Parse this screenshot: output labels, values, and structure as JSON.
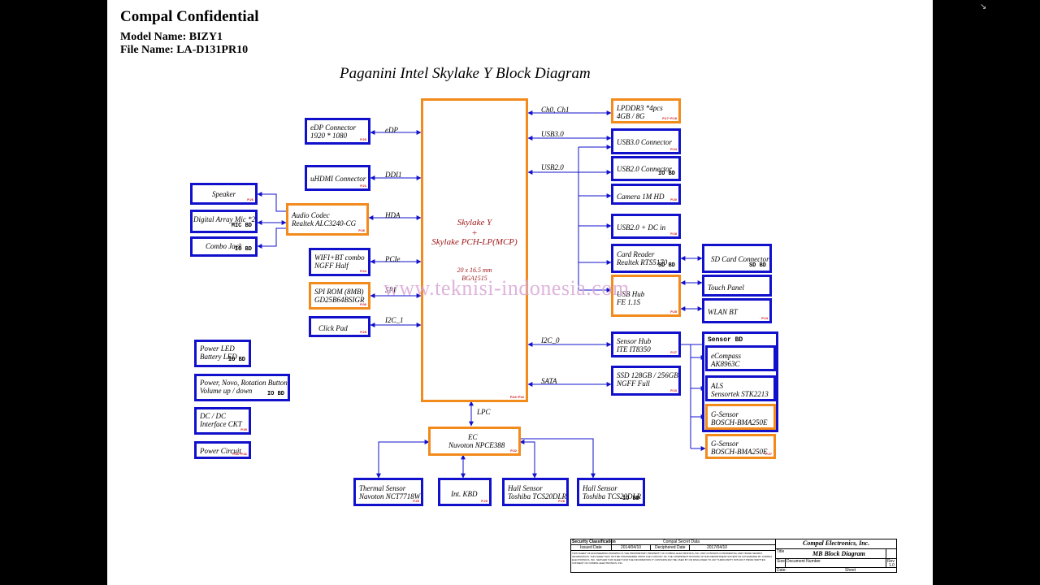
{
  "header": {
    "confidential": "Compal Confidential",
    "model": "Model Name: BIZY1",
    "file": "File Name: LA-D131PR10"
  },
  "diagram_title": "Paganini Intel Skylake Y Block Diagram",
  "cpu": {
    "line1": "Skylake Y",
    "line2": "+",
    "line3": "Skylake PCH-LP(MCP)",
    "size": "20 x 16.5 mm",
    "pkg": "BGA1515",
    "page": "P.04~P16"
  },
  "signals": {
    "edp": "eDP",
    "ddi1": "DDI1",
    "hda": "HDA",
    "pcie": "PCIe",
    "spi": "SPI",
    "i2c1": "I2C_1",
    "ch01": "Ch0, Ch1",
    "usb30": "USB3.0",
    "usb20": "USB2.0",
    "i2c0": "I2C_0",
    "sata": "SATA",
    "lpc": "LPC"
  },
  "blocks": {
    "edp": {
      "l1": "eDP Connector",
      "l2": "1920 * 1080",
      "page": "P.20"
    },
    "hdmi": {
      "l1": "uHDMI Connector",
      "page": "P.21"
    },
    "codec": {
      "l1": "Audio Codec",
      "l2": "Realtek ALC3240-CG",
      "page": "P.26"
    },
    "speaker": {
      "l1": "Speaker",
      "page": "P.26"
    },
    "mic": {
      "l1": "Digital Array Mic *2",
      "io": "MIC BD"
    },
    "combo": {
      "l1": "Combo Jack",
      "io": "IO BD"
    },
    "wifi": {
      "l1": "WIFI+BT combo",
      "l2": "NGFF Half",
      "page": "P.24"
    },
    "spirom": {
      "l1": "SPI ROM (8MB)",
      "l2": "GD25B64BSIGR",
      "page": "P.06"
    },
    "clickpad": {
      "l1": "Click Pad",
      "page": "P.25"
    },
    "powerled": {
      "l1": "Power LED",
      "l2": "Battery LED",
      "io": "IO BD"
    },
    "powerbtn": {
      "l1": "Power, Novo, Rotation Button",
      "l2": "Volume up / down",
      "io": "IO BD"
    },
    "dcdc": {
      "l1": "DC / DC",
      "l2": "Interface CKT",
      "page": "P.30"
    },
    "powerckt": {
      "l1": "Power Circuit",
      "page": "P.31~P.41"
    },
    "lpddr": {
      "l1": "LPDDR3  *4pcs",
      "l2": "4GB / 8G",
      "page": "P.17~P.18"
    },
    "usb3conn": {
      "l1": "USB3.0 Connector",
      "page": "P.24"
    },
    "usb2conn": {
      "l1": "USB2.0 Connector",
      "io": "IO BD"
    },
    "camera": {
      "l1": "Camera 1M HD",
      "page": "P.20"
    },
    "usb2dc": {
      "l1": "USB2.0 + DC in",
      "page": "P.28"
    },
    "cardreader": {
      "l1": "Card Reader",
      "l2": "Realtek RTS5170",
      "io": "SD BD"
    },
    "usbhub": {
      "l1": "USB Hub",
      "l2": "FE 1.1S",
      "page": "P.25"
    },
    "sdconn": {
      "l1": "SD Card Connector",
      "io": "SD BD"
    },
    "touch": {
      "l1": "Touch  Panel"
    },
    "wlanbt": {
      "l1": "WLAN BT",
      "page": "P.24"
    },
    "sensorhub": {
      "l1": "Sensor Hub",
      "l2": "ITE  IT8350",
      "page": "P.27"
    },
    "ssd": {
      "l1": "SSD 128GB / 256GB",
      "l2": "NGFF Full",
      "page": "P.23"
    },
    "sensorbd": {
      "l1": "Sensor BD"
    },
    "ecompass": {
      "l1": "eCompass",
      "l2": "AK8963C"
    },
    "als": {
      "l1": "ALS",
      "l2": "Sensortek  STK2213"
    },
    "gsensor1": {
      "l1": "G-Sensor",
      "l2": "BOSCH-BMA250E"
    },
    "gsensor2": {
      "l1": "G-Sensor",
      "l2": "BOSCH-BMA250E",
      "page": "P.27"
    },
    "ec": {
      "l1": "EC",
      "l2": "Nuvoton   NPCE388",
      "page": "P.32"
    },
    "thermal": {
      "l1": "Thermal Sensor",
      "l2": "Navoton  NCT7718W",
      "page": "P.29"
    },
    "kbd": {
      "l1": "Int. KBD",
      "page": "P.25"
    },
    "hall1": {
      "l1": "Hall Sensor",
      "l2": "Toshiba  TCS20DLR",
      "page": "P.28"
    },
    "hall2": {
      "l1": "Hall Sensor",
      "l2": "Toshiba  TCS20DLR",
      "io": "IO BD"
    }
  },
  "watermark": "www.teknisi-indonesia.com",
  "title_block": {
    "security": "Security Classification",
    "secret": "Compal Secret Data",
    "issued_label": "Issued Date",
    "issued": "2014/04/10",
    "deciphered_label": "Deciphered Date",
    "deciphered": "2017/04/10",
    "company": "Compal Electronics, Inc.",
    "title_label": "Title",
    "title": "MB Block Diagram",
    "size_label": "Size",
    "docnum_label": "Document Number",
    "rev_label": "Rev",
    "rev": "1.0",
    "date_label": "Date:",
    "sheet_label": "Sheet",
    "legal": "THIS SHEET OF ENGINEERING DRAWING IS THE PROPRIETARY PROPERTY OF COMPAL ELECTRONICS, INC. AND CONTAINS CONFIDENTIAL AND TRADE SECRET INFORMATION. THIS SHEET MAY NOT BE TRANSFERED FROM THE CUSTODY OF THE COMPETENT DIVISION OF R&D DEPARTMENT EXCEPT AS AUTHORIZED BY COMPAL ELECTRONICS, INC. NEITHER THIS SHEET NOR THE INFORMATION IT CONTAINS MAY BE USED BY OR DISCLOSED TO ANY THIRD PARTY WITHOUT PRIOR WRITTEN CONSENT OF COMPAL ELECTRONICS, INC."
  },
  "colors": {
    "blue_border": "#1111cc",
    "orange_border": "#f28a1c",
    "page_ref": "#d01010",
    "cpu_text": "#a01818",
    "watermark": "#d9a8d6"
  }
}
